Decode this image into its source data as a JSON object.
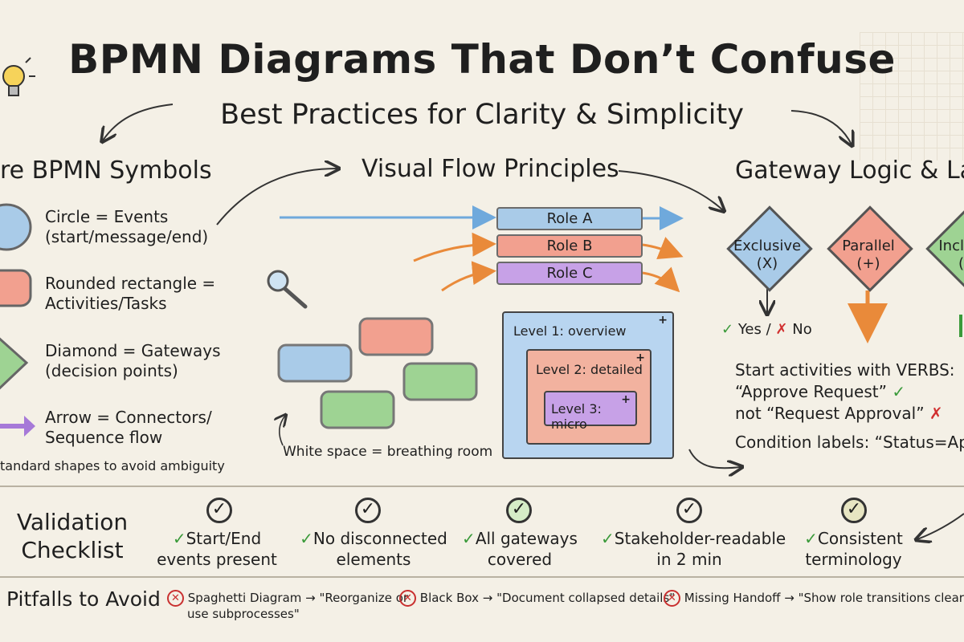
{
  "title": "BPMN Diagrams That Don’t Confuse",
  "subtitle": "Best Practices for Clarity & Simplicity",
  "colors": {
    "event_blue": "#a9cbe8",
    "activity_red": "#f2a08f",
    "gateway_green": "#9ed393",
    "connector_purple": "#a679d8",
    "check_green": "#3a9a3a",
    "cross_red": "#d12f2f",
    "level_blue": "#b8d5f0",
    "level_red": "#f2b29f",
    "level_purple": "#c7a1e7"
  },
  "symbols": {
    "heading": "re BPMN Symbols",
    "items": [
      {
        "line1": "Circle = Events",
        "line2": "(start/message/end)",
        "icon": "circle"
      },
      {
        "line1": "Rounded rectangle =",
        "line2": "Activities/Tasks",
        "icon": "rounded-rectangle"
      },
      {
        "line1": "Diamond = Gateways",
        "line2": "(decision points)",
        "icon": "diamond"
      },
      {
        "line1": "Arrow = Connectors/",
        "line2": "Sequence flow",
        "icon": "arrow"
      }
    ],
    "note": "tandard shapes to avoid ambiguity"
  },
  "flow": {
    "heading": "Visual Flow Principles",
    "roles": [
      "Role A",
      "Role B",
      "Role C"
    ],
    "whitespace_note": "White space = breathing room",
    "levels": [
      "Level 1: overview",
      "Level 2: detailed",
      "Level 3: micro"
    ],
    "plus_sign": "+",
    "icon": "magnifier"
  },
  "gateway": {
    "heading": "Gateway Logic & Lab",
    "types": [
      {
        "name": "Exclusive",
        "symbol": "(X)"
      },
      {
        "name": "Parallel",
        "symbol": "(+)"
      },
      {
        "name": "Incl",
        "symbol": "("
      }
    ],
    "yes_label": "Yes /",
    "no_label": "No",
    "check_mark": "✓",
    "cross_mark": "✗",
    "rule1": "Start activities with VERBS:",
    "good_example": "“Approve Request”",
    "bad_example": "not “Request Approval”",
    "condition": "Condition labels: “Status=Appro"
  },
  "checklist": {
    "heading_line1": "Validation",
    "heading_line2": "Checklist",
    "items": [
      {
        "line1": "Start/End",
        "line2": "events present"
      },
      {
        "line1": "No disconnected",
        "line2": "elements"
      },
      {
        "line1": "All gateways",
        "line2": "covered"
      },
      {
        "line1": "Stakeholder-readable",
        "line2": "in 2 min"
      },
      {
        "line1": "Consistent",
        "line2": "terminology"
      }
    ]
  },
  "pitfalls": {
    "heading": "Pitfalls to Avoid",
    "items": [
      {
        "line1": "Spaghetti Diagram → \"Reorganize or",
        "line2": "use subprocesses\""
      },
      {
        "line1": "Black Box → \"Document collapsed details\"",
        "line2": ""
      },
      {
        "line1": "Missing Handoff → \"Show role transitions clearly\"",
        "line2": ""
      }
    ]
  }
}
